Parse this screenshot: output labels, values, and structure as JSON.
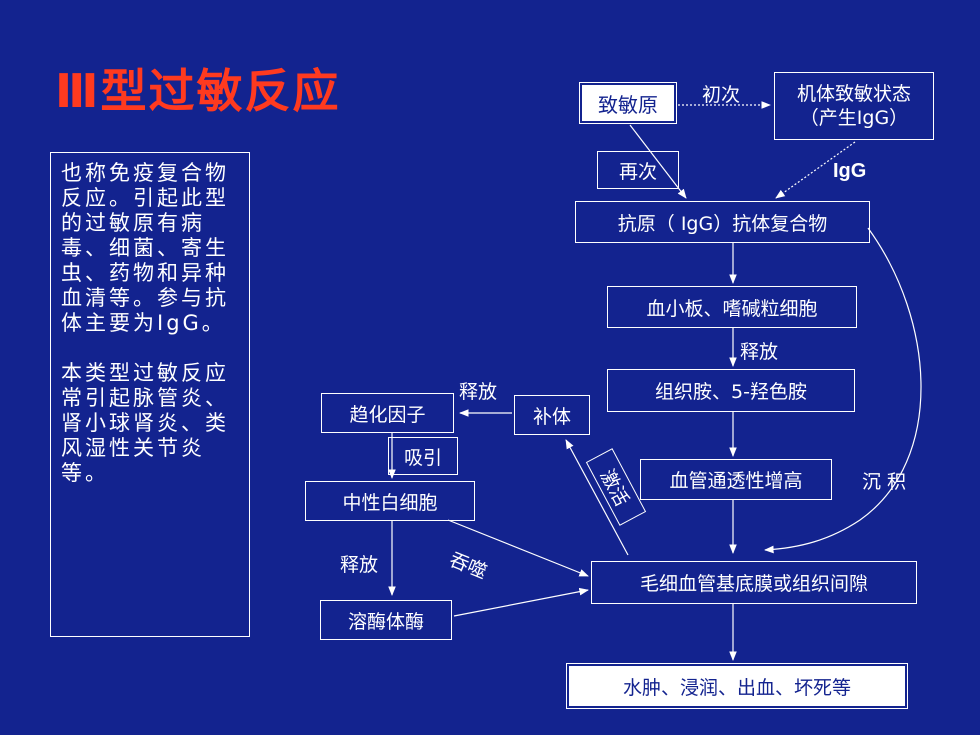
{
  "title": "Ⅲ型过敏反应",
  "description": {
    "para1": "也称免疫复合物反应。引起此型的过敏原有病毒、细菌、寄生虫、药物和异种血清等。参与抗体主要为IgG。",
    "para2": "本类型过敏反应常引起脉管炎、肾小球肾炎、类风湿性关节炎等。"
  },
  "nodes": {
    "allergen": "致敏原",
    "sensitized_line1": "机体致敏状态",
    "sensitized_line2": "（产生IgG）",
    "complex": "抗原（ IgG）抗体复合物",
    "platelets": "血小板、嗜碱粒细胞",
    "histamine": "组织胺、5-羟色胺",
    "permeability": "血管通透性增高",
    "basement": "毛细血管基底膜或组织间隙",
    "outcome": "水肿、浸润、出血、坏死等",
    "complement": "补体",
    "chemotactic": "趋化因子",
    "neutrophil": "中性白细胞",
    "lysosome": "溶酶体酶"
  },
  "labels": {
    "first": "初次",
    "again": "再次",
    "igg": "IgG",
    "release1": "释放",
    "release2": "释放",
    "release3": "释放",
    "attract": "吸引",
    "activate": "激活",
    "phagocytose": "吞噬",
    "deposit": "沉 积"
  }
}
